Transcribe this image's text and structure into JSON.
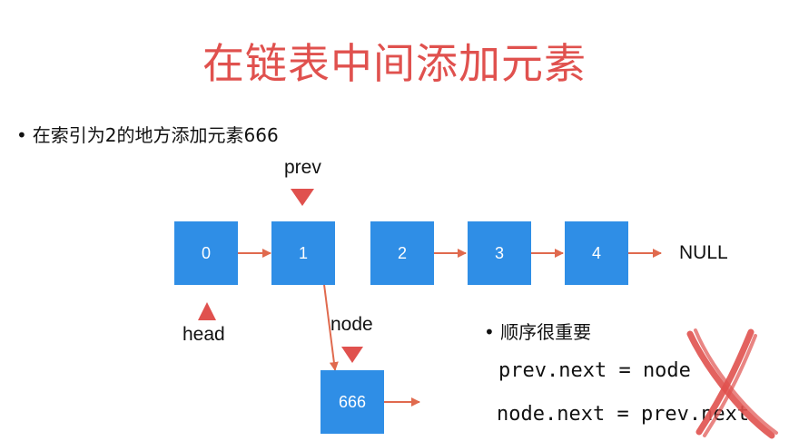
{
  "title": "在链表中间添加元素",
  "bullet": "在索引为2的地方添加元素666",
  "nodes": [
    "0",
    "1",
    "2",
    "3",
    "4"
  ],
  "new_node": "666",
  "null_label": "NULL",
  "labels": {
    "prev": "prev",
    "head": "head",
    "node": "node"
  },
  "note": "顺序很重要",
  "code": [
    "prev.next = node",
    "node.next = prev.next"
  ],
  "colors": {
    "title": "#e0514e",
    "node": "#2f8ee6",
    "arrow": "#e06a4e",
    "marker": "#e0514e"
  }
}
